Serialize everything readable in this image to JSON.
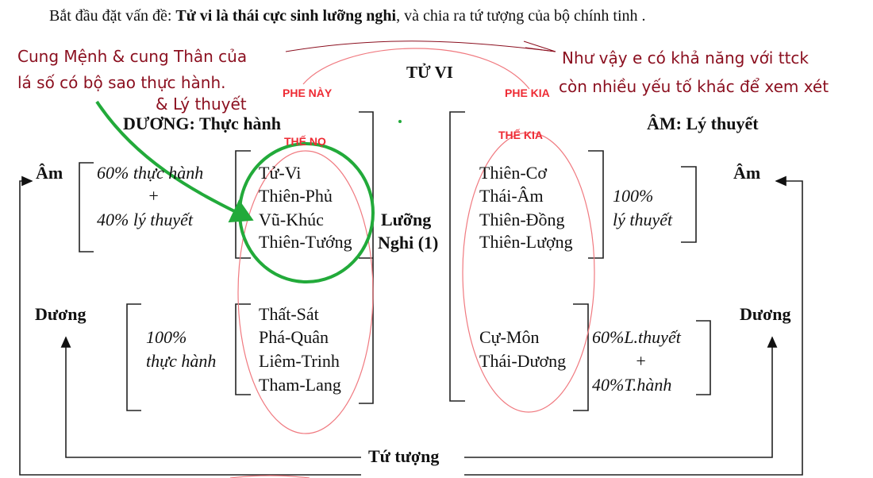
{
  "intro": {
    "prefix": "Bắt đầu đặt vấn đề: ",
    "bold": "Tử vi là thái cực sinh lưỡng nghi",
    "suffix": ", và chia ra tứ tượng của bộ chính tinh ."
  },
  "annotations": {
    "left_line1": "Cung Mệnh & cung Thân của",
    "left_line2": "lá số có bộ sao thực hành.",
    "left_line3": "& Lý thuyết",
    "right_line1": "Như vậy e có khả năng với ttck",
    "right_line2": "còn nhiều yếu tố khác để xem xét"
  },
  "title": "TỬ VI",
  "labels": {
    "phe_nay": "PHE NÀY",
    "phe_kia": "PHE KIA",
    "the_no": "THẾ NỌ",
    "the_kia": "THẾ KIA"
  },
  "duong_heading": {
    "bold": "DƯƠNG",
    "rest": ": Thực hành"
  },
  "am_heading": "ÂM: Lý thuyết",
  "luong_nghi": [
    "Lưỡng",
    "Nghi (1)"
  ],
  "left": {
    "am": "Âm",
    "am_ratio": [
      "60% thực hành",
      "+",
      "40% lý thuyết"
    ],
    "am_stars": [
      "Tử-Vi",
      "Thiên-Phủ",
      "Vũ-Khúc",
      "Thiên-Tướng"
    ],
    "duong": "Dương",
    "duong_ratio": [
      "100%",
      "thực hành"
    ],
    "duong_stars": [
      "Thất-Sát",
      "Phá-Quân",
      "Liêm-Trinh",
      "Tham-Lang"
    ]
  },
  "right": {
    "am": "Âm",
    "am_stars": [
      "Thiên-Cơ",
      "Thái-Âm",
      "Thiên-Đồng",
      "Thiên-Lượng"
    ],
    "am_ratio": [
      "100%",
      "lý thuyết"
    ],
    "duong": "Dương",
    "duong_stars": [
      "Cự-Môn",
      "Thái-Dương"
    ],
    "duong_ratio": [
      "60%L.thuyết",
      "+",
      "40%T.hành"
    ]
  },
  "tu_tuong": "Tứ tượng",
  "colors": {
    "annotation": "#8b0f1f",
    "red": "#ee2a33",
    "green": "#22aa3a",
    "ellipse": "#f07a80"
  }
}
